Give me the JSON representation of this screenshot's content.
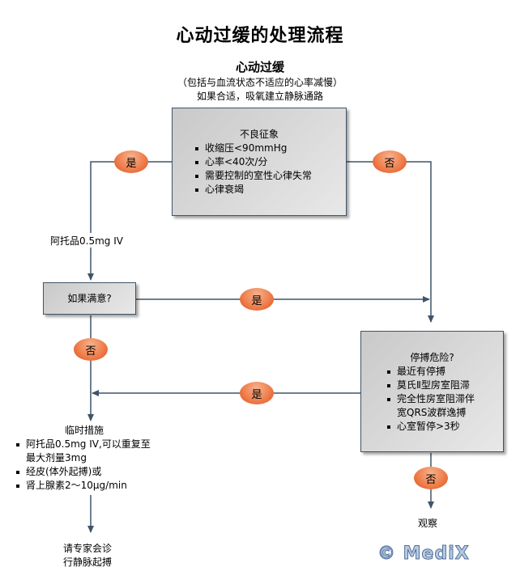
{
  "title": "心动过缓的处理流程",
  "header": {
    "heading": "心动过缓",
    "note_line1": "（包括与血流状态不适应的心率减慢）",
    "note_line2": "如果合适，吸氧建立静脉通路"
  },
  "box_symptoms": {
    "heading": "不良征象",
    "items": [
      "收缩压<90mmHg",
      "心率<40次/分",
      "需要控制的室性心律失常",
      "心律衰竭"
    ]
  },
  "branch_labels": {
    "yes": "是",
    "no": "否"
  },
  "atropine_step": "阿托品0.5mg IV",
  "box_satisfied": {
    "text": "如果满意?"
  },
  "box_asystole_risk": {
    "heading": "停搏危险?",
    "items": [
      "最近有停搏",
      "莫氏Ⅱ型房室阻滞",
      "完全性房室阻滞伴",
      "心室暂停>3秒"
    ],
    "continuation": "宽QRS波群逸搏"
  },
  "interim_measures": {
    "heading": "临时措施",
    "items": [
      "阿托品0.5mg IV,可以重复至",
      "经皮(体外起搏)或",
      "肾上腺素2～10μg/min"
    ],
    "continuation": "最大剂量3mg"
  },
  "final_step": {
    "line1": "请专家会诊",
    "line2": "行静脉起搏"
  },
  "observe": "观察",
  "watermark": "© MediX",
  "colors": {
    "line": "#3f5468",
    "oval": "#ee7a47"
  }
}
